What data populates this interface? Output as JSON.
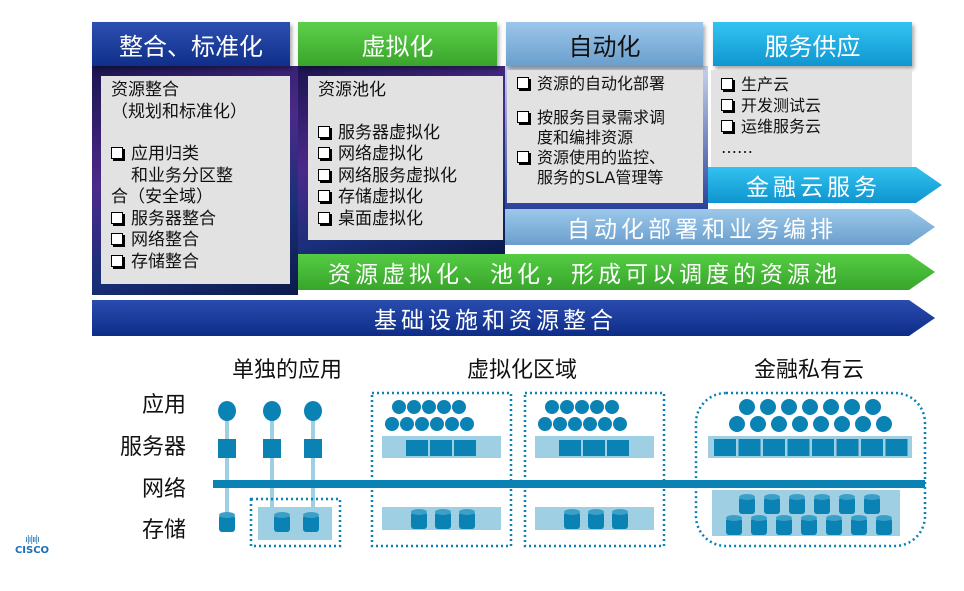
{
  "headers": [
    {
      "label": "整合、标准化"
    },
    {
      "label": "虚拟化"
    },
    {
      "label": "自动化"
    },
    {
      "label": "服务供应"
    }
  ],
  "col1": {
    "title": "资源整合",
    "subtitle": "（规划和标准化）",
    "items": [
      "应用归类",
      "和业务分区整",
      "合（安全域）",
      "服务器整合",
      "网络整合",
      "存储整合"
    ]
  },
  "col2": {
    "title": "资源池化",
    "items": [
      "服务器虚拟化",
      "网络虚拟化",
      "网络服务虚拟化",
      "存储虚拟化",
      "桌面虚拟化"
    ]
  },
  "col3": {
    "items": [
      "资源的自动化部署",
      "按服务目录需求调",
      "度和编排资源",
      "资源使用的监控、",
      "服务的SLA管理等"
    ]
  },
  "col4": {
    "items": [
      "生产云",
      "开发测试云",
      "运维服务云"
    ],
    "more": "……"
  },
  "arrows": {
    "finance": "金融云服务",
    "automation": "自动化部署和业务编排",
    "pool": "资源虚拟化、池化，形成可以调度的资源池",
    "infra": "基础设施和资源整合"
  },
  "diagram": {
    "sections": [
      "单独的应用",
      "虚拟化区域",
      "金融私有云"
    ],
    "rows": [
      "应用",
      "服务器",
      "网络",
      "存储"
    ]
  },
  "logo": "CISCO",
  "colors": {
    "darkblue": "#1a3c9c",
    "green": "#45b535",
    "steel": "#7fb0d8",
    "cyan": "#18a9e2",
    "diagram": "#0a82b4",
    "diagram_light": "#9fcfe2"
  }
}
